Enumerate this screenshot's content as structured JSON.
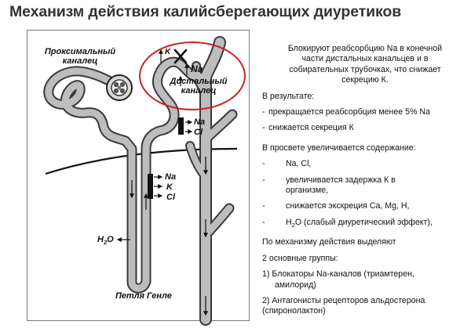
{
  "title": "Механизм действия калийсберегающих диуретиков",
  "diagram": {
    "label_proximal_line1": "Проксимальный",
    "label_proximal_line2": "каналец",
    "label_distal_line1": "Дистальный",
    "label_distal_line2": "каналец",
    "label_loop": "Петля Генле",
    "ion_k_blocked": "K",
    "ion_na_blocked": "Na",
    "ion_group1": [
      "Na",
      "Cl"
    ],
    "ion_group2": [
      "Na",
      "K",
      "Cl"
    ],
    "water_label": "H",
    "water_sub": "2",
    "water_tail": "O"
  },
  "text": {
    "intro": [
      "Блокируют реабсорбцию Na в конечной",
      "части дистальных канальцев и в",
      "собирательных трубочках, что снижает",
      "секрецию К."
    ],
    "result_heading": "В результате:",
    "result_items": [
      "прекращается реабсорбция менее 5% Na",
      "снижается секреция К"
    ],
    "lumen_heading": "В просвете увеличивается содержание:",
    "lumen_marker": "-",
    "lumen_item_1": "Na, Cl,",
    "lumen_item_2": [
      "увеличивается задержка К в",
      "организме,"
    ],
    "lumen_item_3": "снижается экскреция Ca, Mg, H,",
    "lumen_item_4_h": "H",
    "lumen_item_4_sub": "2",
    "lumen_item_4_tail": "O (слабый диуретический эффект),",
    "mechanism_heading": [
      "По механизму действия выделяют",
      "2 основные группы:"
    ],
    "group_1": [
      "1) Блокаторы Na-каналов (триамтерен,",
      "амилорид)"
    ],
    "group_2": [
      "2) Антагонисты рецепторов альдостерона",
      "(спиронолактон)"
    ]
  },
  "colors": {
    "title": "#333333",
    "highlight_circle": "#cc2222",
    "tubule_fill": "#bdbdbd",
    "tubule_outline": "#3a3a3a"
  }
}
